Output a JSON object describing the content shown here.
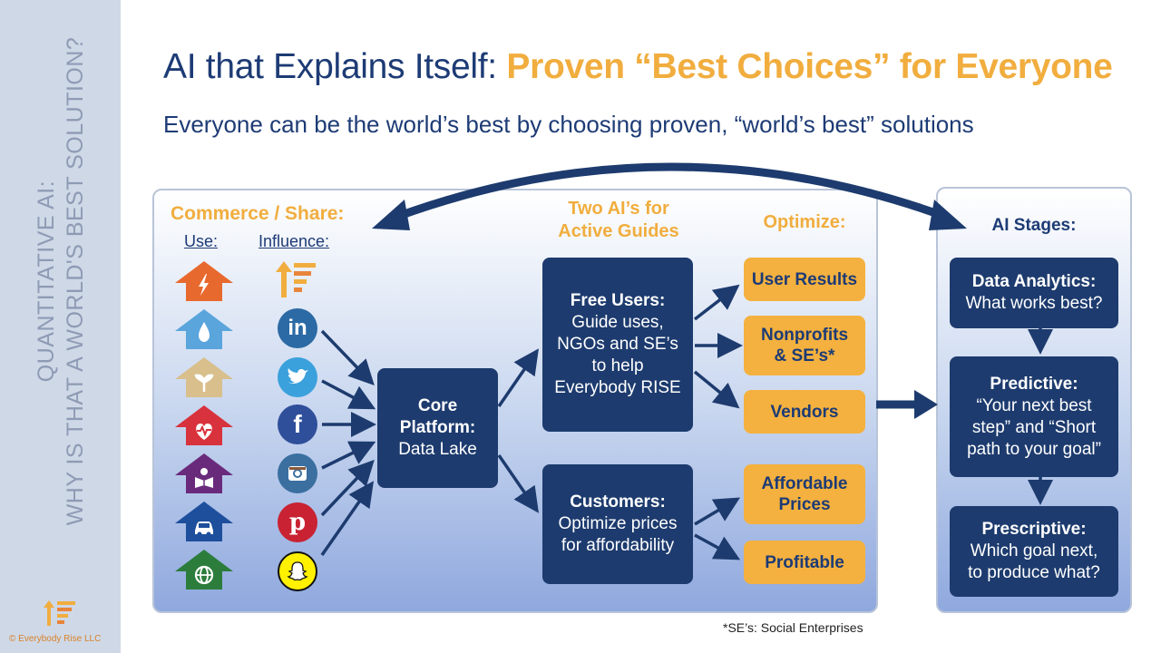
{
  "sidebar": {
    "line1": "QUANTITATIVE AI:",
    "line2": "WHY IS THAT A WORLD'S BEST SOLUTION?",
    "copyright": "© Everybody Rise LLC"
  },
  "title": {
    "part1": "AI that Explains Itself: ",
    "part2": "Proven “Best Choices” for Everyone"
  },
  "subtitle": "Everyone can be the world’s best by choosing proven, “world’s best” solutions",
  "left": {
    "commerce_heading": "Commerce / Share:",
    "use_label": "Use:",
    "influence_label": "Influence:",
    "use_icons": [
      {
        "icon": "lightning-icon",
        "color": "#e8692e"
      },
      {
        "icon": "water-drop-icon",
        "color": "#5aa5dc"
      },
      {
        "icon": "sprout-icon",
        "color": "#d8bf8c"
      },
      {
        "icon": "heartbeat-icon",
        "color": "#d8323d"
      },
      {
        "icon": "book-reader-icon",
        "color": "#6a2a7c"
      },
      {
        "icon": "car-icon",
        "color": "#1d4f9c"
      },
      {
        "icon": "globe-icon",
        "color": "#2c7d3c"
      }
    ],
    "influence_icons": [
      {
        "icon": "everybody-rise-logo-icon",
        "color": "#f1ad3e"
      },
      {
        "icon": "linkedin-icon",
        "color": "#2c6aa5",
        "text": "in"
      },
      {
        "icon": "twitter-icon",
        "color": "#3ba1dc"
      },
      {
        "icon": "facebook-icon",
        "color": "#2f4f9a",
        "text": "f"
      },
      {
        "icon": "instagram-icon",
        "color": "#3a6fa0"
      },
      {
        "icon": "pinterest-icon",
        "color": "#c82233",
        "text": "p"
      },
      {
        "icon": "snapchat-icon",
        "color": "#fff100"
      }
    ]
  },
  "core": {
    "title_line1": "Core",
    "title_line2": "Platform:",
    "subtitle": "Data Lake"
  },
  "guides": {
    "heading_line1": "Two AI’s for",
    "heading_line2": "Active Guides",
    "free": {
      "title": "Free Users:",
      "lines": [
        "Guide uses,",
        "NGOs and SE’s",
        "to help",
        "Everybody RISE"
      ]
    },
    "customers": {
      "title": "Customers:",
      "lines": [
        "Optimize prices",
        "for affordability"
      ]
    }
  },
  "optimize": {
    "heading": "Optimize:",
    "items": [
      {
        "lines": [
          "User Results"
        ]
      },
      {
        "lines": [
          "Nonprofits",
          "& SE’s*"
        ]
      },
      {
        "lines": [
          "Vendors"
        ]
      },
      {
        "lines": [
          "Affordable",
          "Prices"
        ]
      },
      {
        "lines": [
          "Profitable"
        ]
      }
    ]
  },
  "stages": {
    "heading": "AI Stages:",
    "items": [
      {
        "title": "Data Analytics:",
        "lines": [
          "What works best?"
        ]
      },
      {
        "title": "Predictive:",
        "lines": [
          "“Your next best",
          "step” and “Short",
          "path to your goal”"
        ]
      },
      {
        "title": "Prescriptive:",
        "lines": [
          "Which goal next,",
          "to produce what?"
        ]
      }
    ]
  },
  "footnote": "*SE’s: Social Enterprises"
}
